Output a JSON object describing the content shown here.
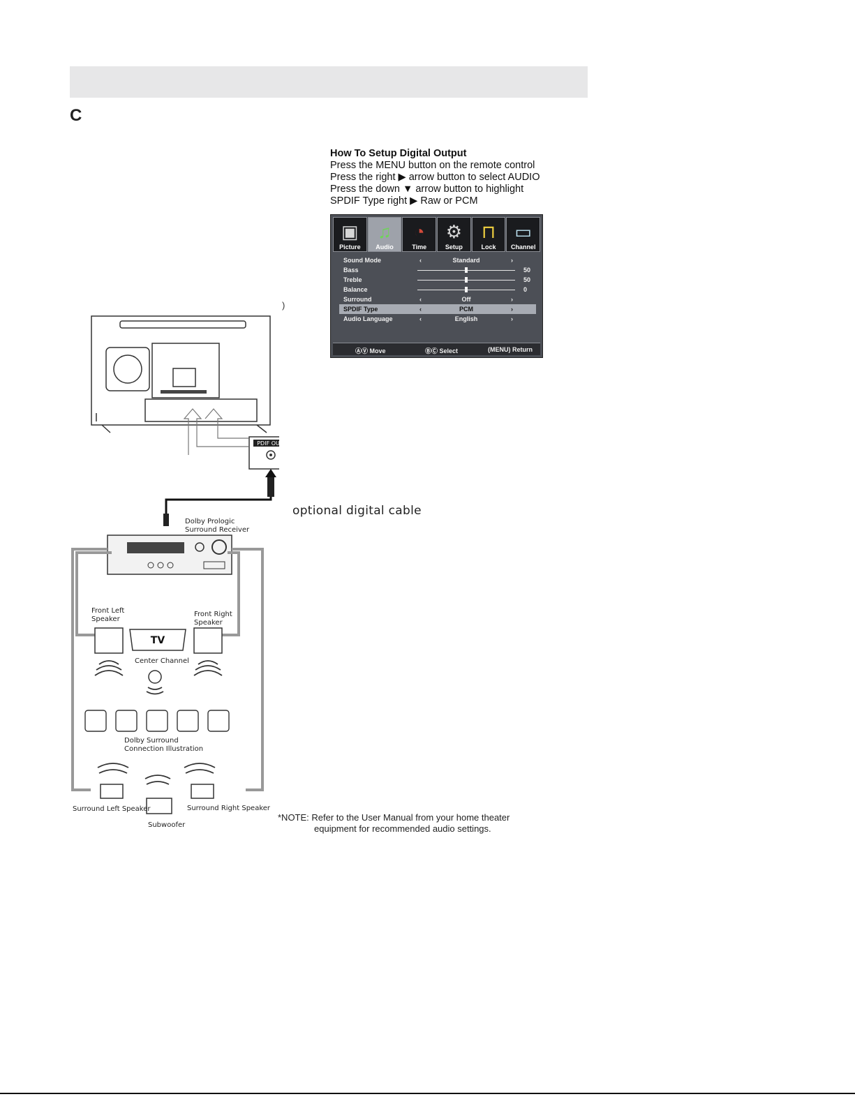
{
  "section_letter": "C",
  "instructions": {
    "title": "How To Setup Digital Output",
    "lines": [
      "Press the MENU button on the remote control",
      "Press the right ▶ arrow button to select AUDIO",
      "Press the down ▼ arrow button to highlight",
      "SPDIF Type right ▶ Raw or PCM"
    ]
  },
  "stray_text": ")",
  "osd": {
    "tabs": [
      {
        "label": "Picture",
        "icon": "camera-icon"
      },
      {
        "label": "Audio",
        "icon": "music-note-icon",
        "active": true
      },
      {
        "label": "Time",
        "icon": "clock-icon"
      },
      {
        "label": "Setup",
        "icon": "gear-icon"
      },
      {
        "label": "Lock",
        "icon": "padlock-icon"
      },
      {
        "label": "Channel",
        "icon": "monitor-icon"
      }
    ],
    "rows": [
      {
        "name": "Sound Mode",
        "value": "Standard",
        "kind": "select"
      },
      {
        "name": "Bass",
        "value": "50",
        "kind": "slider",
        "level": 0.5
      },
      {
        "name": "Treble",
        "value": "50",
        "kind": "slider",
        "level": 0.5
      },
      {
        "name": "Balance",
        "value": "0",
        "kind": "slider",
        "level": 0.5
      },
      {
        "name": "Surround",
        "value": "Off",
        "kind": "select"
      },
      {
        "name": "SPDIF Type",
        "value": "PCM",
        "kind": "select",
        "selected": true
      },
      {
        "name": "Audio Language",
        "value": "English",
        "kind": "select"
      }
    ],
    "footer": {
      "move": "ⒶⓋ Move",
      "select": "ⒷⒸ Select",
      "return": "(MENU) Return"
    }
  },
  "diagram": {
    "spdif_label": "PDIF OUT",
    "receiver_label_1": "Dolby Prologic",
    "receiver_label_2": "Surround Receiver",
    "front_left_1": "Front Left",
    "front_left_2": "Speaker",
    "front_right_1": "Front Right",
    "front_right_2": "Speaker",
    "tv_text": "TV",
    "center": "Center Channel",
    "illus_1": "Dolby Surround",
    "illus_2": "Connection Illustration",
    "surround_left": "Surround Left Speaker",
    "surround_right": "Surround Right Speaker",
    "subwoofer": "Subwoofer"
  },
  "cable_label": "optional digital cable",
  "note": {
    "line1": "*NOTE: Refer to the User Manual from your home theater",
    "line2": "equipment for recommended audio settings."
  }
}
